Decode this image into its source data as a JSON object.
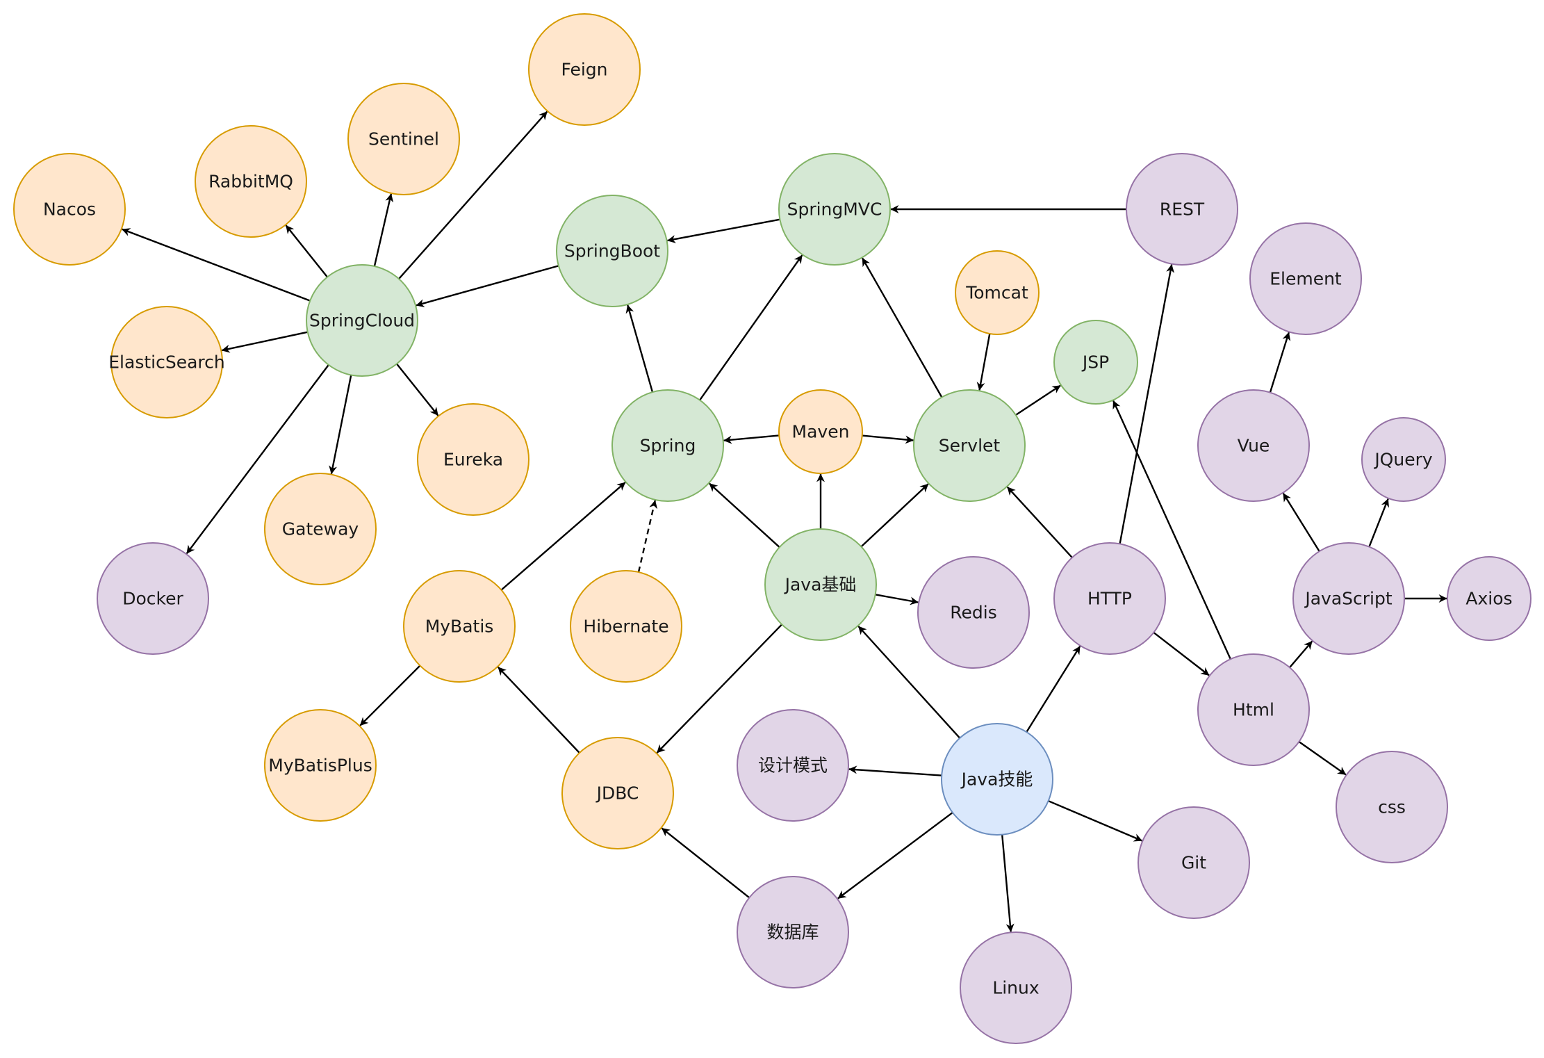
{
  "palette": {
    "orange": {
      "fill": "#ffe6cc",
      "stroke": "#d79b00"
    },
    "green": {
      "fill": "#d5e8d4",
      "stroke": "#82b366"
    },
    "purple": {
      "fill": "#e1d5e7",
      "stroke": "#9673a6"
    },
    "blue": {
      "fill": "#dae8fc",
      "stroke": "#6c8ebf"
    },
    "edge": "#000000"
  },
  "nodes": [
    {
      "id": "feign",
      "label": "Feign",
      "color": "orange"
    },
    {
      "id": "sentinel",
      "label": "Sentinel",
      "color": "orange"
    },
    {
      "id": "rabbitmq",
      "label": "RabbitMQ",
      "color": "orange"
    },
    {
      "id": "nacos",
      "label": "Nacos",
      "color": "orange"
    },
    {
      "id": "springcloud",
      "label": "SpringCloud",
      "color": "green"
    },
    {
      "id": "elasticsearch",
      "label": "ElasticSearch",
      "color": "orange"
    },
    {
      "id": "eureka",
      "label": "Eureka",
      "color": "orange"
    },
    {
      "id": "gateway",
      "label": "Gateway",
      "color": "orange"
    },
    {
      "id": "docker",
      "label": "Docker",
      "color": "purple"
    },
    {
      "id": "springboot",
      "label": "SpringBoot",
      "color": "green"
    },
    {
      "id": "springmvc",
      "label": "SpringMVC",
      "color": "green"
    },
    {
      "id": "rest",
      "label": "REST",
      "color": "purple"
    },
    {
      "id": "element",
      "label": "Element",
      "color": "purple"
    },
    {
      "id": "tomcat",
      "label": "Tomcat",
      "color": "orange"
    },
    {
      "id": "jsp",
      "label": "JSP",
      "color": "green"
    },
    {
      "id": "spring",
      "label": "Spring",
      "color": "green"
    },
    {
      "id": "maven",
      "label": "Maven",
      "color": "orange"
    },
    {
      "id": "servlet",
      "label": "Servlet",
      "color": "green"
    },
    {
      "id": "vue",
      "label": "Vue",
      "color": "purple"
    },
    {
      "id": "jquery",
      "label": "JQuery",
      "color": "purple"
    },
    {
      "id": "javabase",
      "label": "Java基础",
      "color": "green"
    },
    {
      "id": "redis",
      "label": "Redis",
      "color": "purple"
    },
    {
      "id": "http",
      "label": "HTTP",
      "color": "purple"
    },
    {
      "id": "javascript",
      "label": "JavaScript",
      "color": "purple"
    },
    {
      "id": "axios",
      "label": "Axios",
      "color": "purple"
    },
    {
      "id": "mybatis",
      "label": "MyBatis",
      "color": "orange"
    },
    {
      "id": "hibernate",
      "label": "Hibernate",
      "color": "orange"
    },
    {
      "id": "html",
      "label": "Html",
      "color": "purple"
    },
    {
      "id": "mybatisplus",
      "label": "MyBatisPlus",
      "color": "orange"
    },
    {
      "id": "jdbc",
      "label": "JDBC",
      "color": "orange"
    },
    {
      "id": "designpattern",
      "label": "设计模式",
      "color": "purple"
    },
    {
      "id": "javaskill",
      "label": "Java技能",
      "color": "blue"
    },
    {
      "id": "css",
      "label": "css",
      "color": "purple"
    },
    {
      "id": "git",
      "label": "Git",
      "color": "purple"
    },
    {
      "id": "database",
      "label": "数据库",
      "color": "purple"
    },
    {
      "id": "linux",
      "label": "Linux",
      "color": "purple"
    }
  ],
  "edges": [
    {
      "from": "springcloud",
      "to": "nacos"
    },
    {
      "from": "springcloud",
      "to": "rabbitmq"
    },
    {
      "from": "springcloud",
      "to": "sentinel"
    },
    {
      "from": "springcloud",
      "to": "feign"
    },
    {
      "from": "springcloud",
      "to": "elasticsearch"
    },
    {
      "from": "springcloud",
      "to": "eureka"
    },
    {
      "from": "springcloud",
      "to": "gateway"
    },
    {
      "from": "springcloud",
      "to": "docker"
    },
    {
      "from": "springboot",
      "to": "springcloud"
    },
    {
      "from": "springmvc",
      "to": "springboot"
    },
    {
      "from": "rest",
      "to": "springmvc"
    },
    {
      "from": "spring",
      "to": "springboot"
    },
    {
      "from": "spring",
      "to": "springmvc"
    },
    {
      "from": "servlet",
      "to": "springmvc"
    },
    {
      "from": "tomcat",
      "to": "servlet"
    },
    {
      "from": "servlet",
      "to": "jsp"
    },
    {
      "from": "maven",
      "to": "spring"
    },
    {
      "from": "maven",
      "to": "servlet"
    },
    {
      "from": "javabase",
      "to": "maven"
    },
    {
      "from": "javabase",
      "to": "spring"
    },
    {
      "from": "javabase",
      "to": "servlet"
    },
    {
      "from": "javabase",
      "to": "redis"
    },
    {
      "from": "javabase",
      "to": "jdbc"
    },
    {
      "from": "mybatis",
      "to": "spring"
    },
    {
      "from": "hibernate",
      "to": "spring",
      "dashed": true
    },
    {
      "from": "mybatis",
      "to": "mybatisplus"
    },
    {
      "from": "jdbc",
      "to": "mybatis"
    },
    {
      "from": "database",
      "to": "jdbc"
    },
    {
      "from": "javaskill",
      "to": "javabase"
    },
    {
      "from": "javaskill",
      "to": "designpattern"
    },
    {
      "from": "javaskill",
      "to": "database"
    },
    {
      "from": "javaskill",
      "to": "linux"
    },
    {
      "from": "javaskill",
      "to": "git"
    },
    {
      "from": "javaskill",
      "to": "http"
    },
    {
      "from": "http",
      "to": "servlet"
    },
    {
      "from": "http",
      "to": "rest"
    },
    {
      "from": "http",
      "to": "html"
    },
    {
      "from": "html",
      "to": "jsp"
    },
    {
      "from": "html",
      "to": "javascript"
    },
    {
      "from": "html",
      "to": "css"
    },
    {
      "from": "javascript",
      "to": "vue"
    },
    {
      "from": "javascript",
      "to": "jquery"
    },
    {
      "from": "javascript",
      "to": "axios"
    },
    {
      "from": "vue",
      "to": "element"
    }
  ]
}
